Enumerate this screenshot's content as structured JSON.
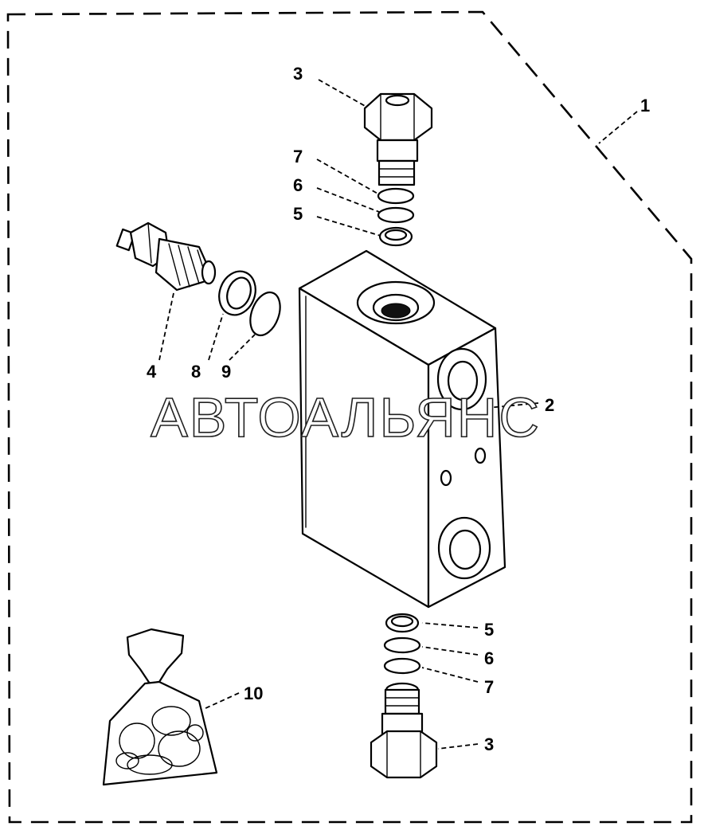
{
  "diagram": {
    "watermark": "АВТОАЛЬЯНС",
    "callouts": {
      "assembly": "1",
      "body": "2",
      "plug_top": "3",
      "plug_bottom": "3",
      "valve": "4",
      "ring5_top": "5",
      "ring6_top": "6",
      "ring7_top": "7",
      "ring5_bottom": "5",
      "ring6_bottom": "6",
      "ring7_bottom": "7",
      "ring8": "8",
      "ring9": "9",
      "seal_kit": "10"
    }
  }
}
